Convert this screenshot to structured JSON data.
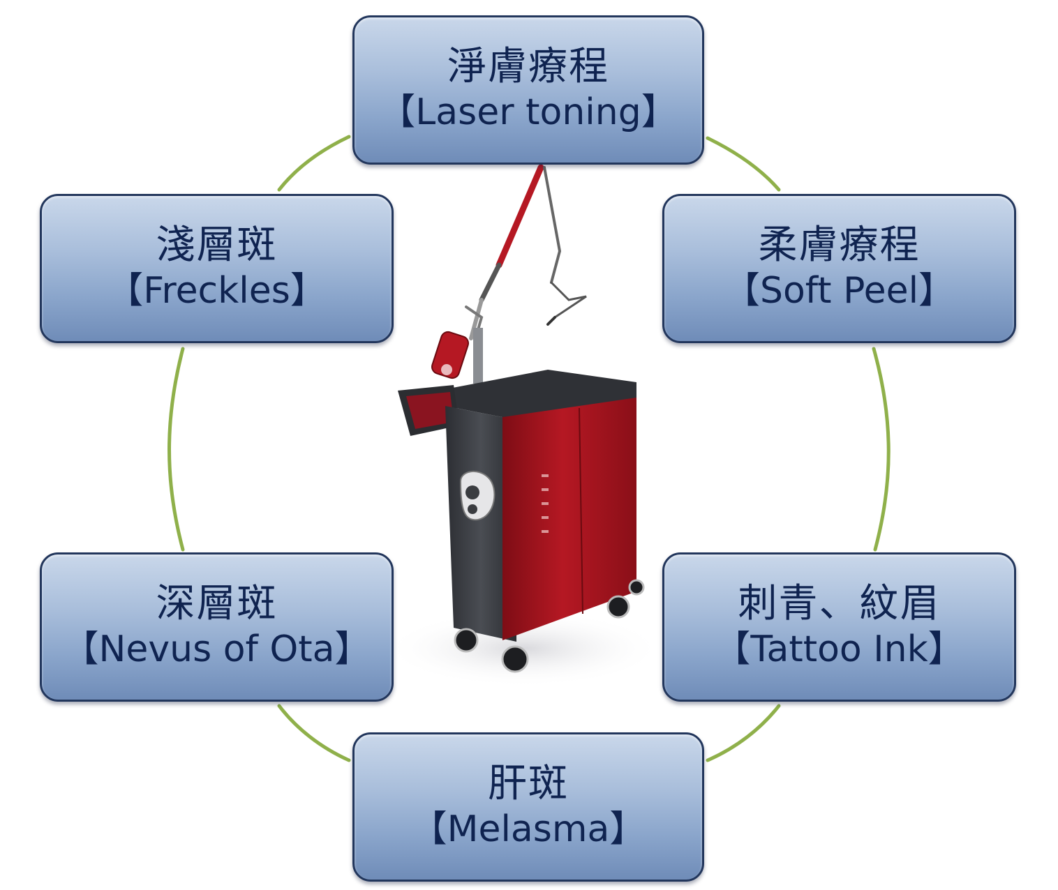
{
  "nodes": {
    "top": {
      "zh": "淨膚療程",
      "en": "【Laser toning】"
    },
    "right_upper": {
      "zh": "柔膚療程",
      "en": "【Soft Peel】"
    },
    "right_lower": {
      "zh": "刺青、紋眉",
      "en": "【Tattoo Ink】"
    },
    "bottom": {
      "zh": "肝斑",
      "en": "【Melasma】"
    },
    "left_lower": {
      "zh": "深層斑",
      "en": "【Nevus of Ota】"
    },
    "left_upper": {
      "zh": "淺層斑",
      "en": "【Freckles】"
    }
  },
  "colors": {
    "node_fill": "#9ab2d4",
    "node_border": "#22365c",
    "text": "#0f2350",
    "ring": "#8fb04a",
    "device_red": "#a3121c",
    "device_dark": "#3b3d42"
  }
}
